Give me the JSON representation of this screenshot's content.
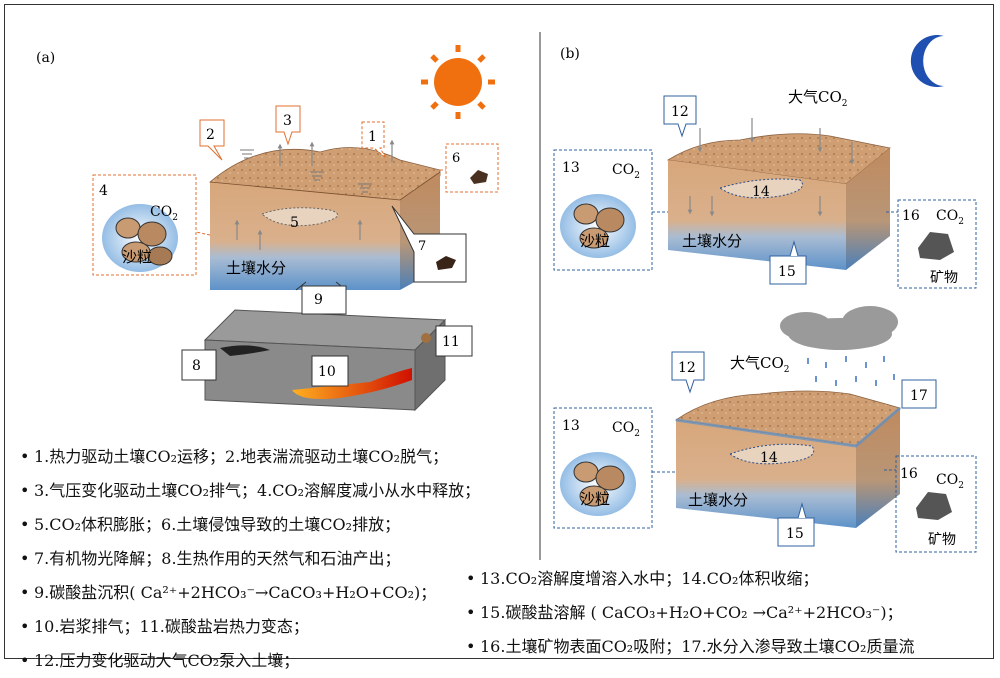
{
  "panel_a": {
    "label": "(a)",
    "soil_water_label": "土壤水分",
    "sand_label": "沙粒",
    "co2": "CO",
    "co2_sub": "2",
    "callouts": [
      "1",
      "2",
      "3",
      "4",
      "5",
      "6",
      "7",
      "8",
      "9",
      "10",
      "11"
    ]
  },
  "panel_b": {
    "label": "(b)",
    "atm_co2": "大气CO",
    "atm_co2_sub": "2",
    "soil_water_label": "土壤水分",
    "sand_label": "沙粒",
    "mineral_label": "矿物",
    "co2": "CO",
    "co2_sub": "2",
    "callouts_top": [
      "12",
      "13",
      "14",
      "15",
      "16"
    ],
    "callouts_bottom": [
      "12",
      "13",
      "14",
      "15",
      "16",
      "17"
    ]
  },
  "legend_left": [
    "1.热力驱动土壤CO₂运移；2.地表湍流驱动土壤CO₂脱气；",
    "3.气压变化驱动土壤CO₂排气；4.CO₂溶解度减小从水中释放；",
    "5.CO₂体积膨胀；6.土壤侵蚀导致的土壤CO₂排放；",
    "7.有机物光降解；8.生热作用的天然气和石油产出；",
    "9.碳酸盐沉积( Ca²⁺+2HCO₃⁻→CaCO₃+H₂O+CO₂)；",
    "10.岩浆排气；11.碳酸盐岩热力变态；",
    "12.压力变化驱动大气CO₂泵入土壤；"
  ],
  "legend_right": [
    "13.CO₂溶解度增溶入水中；14.CO₂体积收缩；",
    "15.碳酸盐溶解 ( CaCO₃+H₂O+CO₂ →Ca²⁺+2HCO₃⁻)；",
    "16.土壤矿物表面CO₂吸附；17.水分入渗导致土壤CO₂质量流"
  ],
  "colors": {
    "soil_top": "#c9976a",
    "soil_side": "#d6a57a",
    "water": "#6f9fcf",
    "rock": "#8a8a8a",
    "sun": "#f07010",
    "moon": "#1f4fb0",
    "callout_orange": "#e07030",
    "callout_blue": "#3060a0"
  }
}
